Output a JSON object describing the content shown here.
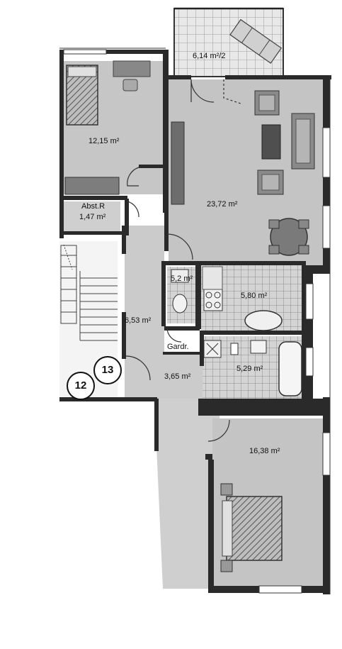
{
  "rooms": [
    {
      "id": "loggia",
      "area": "6,14 m²/2"
    },
    {
      "id": "bedroom",
      "area": "12,15 m²"
    },
    {
      "id": "storage",
      "name": "Abst.R",
      "area": "1,47 m²"
    },
    {
      "id": "living",
      "area": "23,72 m²"
    },
    {
      "id": "wc",
      "area": "5,2 m²"
    },
    {
      "id": "kitchen",
      "area": "5,80 m²"
    },
    {
      "id": "hall",
      "area": "6,53 m²"
    },
    {
      "id": "wardrobe",
      "name": "Gardr."
    },
    {
      "id": "entry",
      "area": "3,65 m²"
    },
    {
      "id": "bath",
      "area": "5,29 m²"
    },
    {
      "id": "bedroom2",
      "area": "16,38 m²"
    }
  ],
  "units": [
    {
      "id": "unit-12",
      "label": "12"
    },
    {
      "id": "unit-13",
      "label": "13"
    }
  ],
  "colors": {
    "wall": "#2a2a2a",
    "floor": "#c9c9c9",
    "furniture": "#8a8a8a",
    "background": "#ffffff"
  }
}
